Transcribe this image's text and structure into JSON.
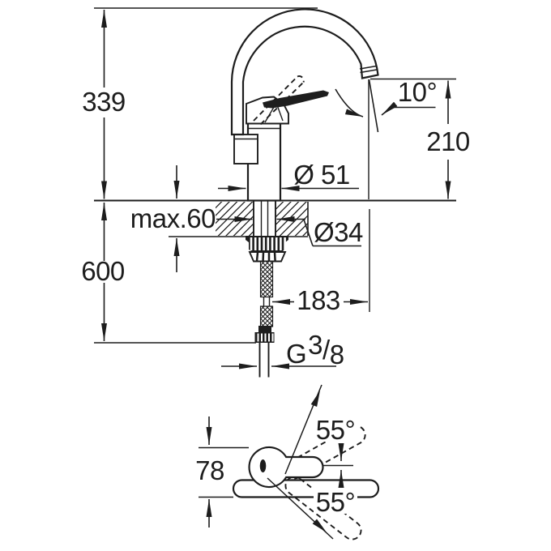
{
  "title": "faucet-technical-drawing",
  "colors": {
    "line": "#1d1d1d",
    "background": "#ffffff"
  },
  "side_view": {
    "height_overall": "339",
    "spout_height": "210",
    "spout_angle": "10°",
    "base_diameter": "Ø 51",
    "deck_thickness": "max.60",
    "shank_diameter": "Ø34",
    "below_deck_length": "600",
    "spout_reach": "183",
    "thread": {
      "g": "G",
      "sup": "3",
      "slash": "/",
      "sub": "8"
    }
  },
  "top_view": {
    "body_depth": "78",
    "handle_swivel_up": "55°",
    "handle_swivel_down": "55°"
  }
}
